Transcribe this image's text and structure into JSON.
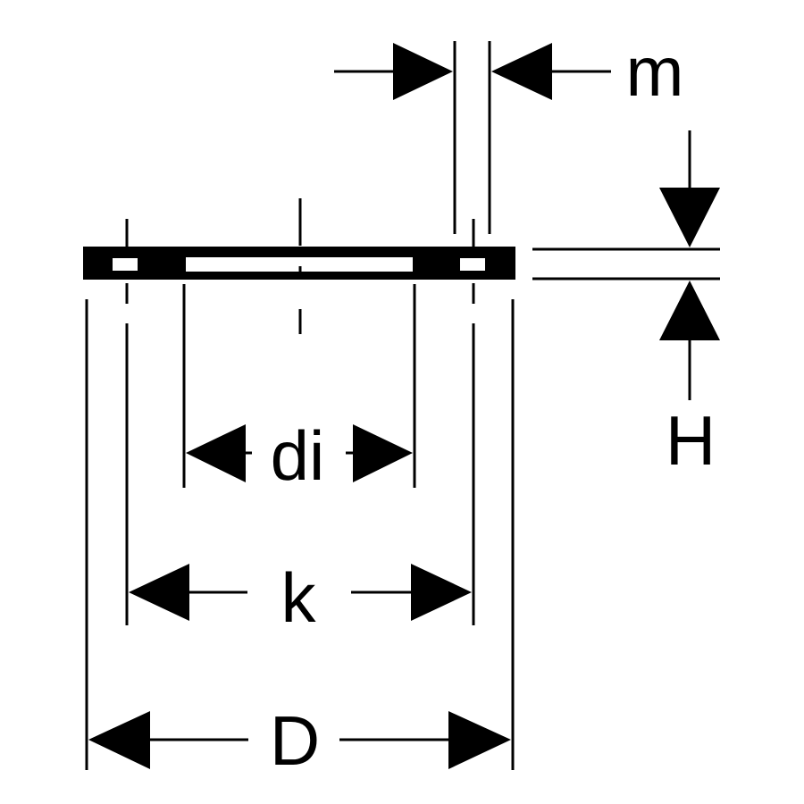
{
  "labels": {
    "m": "m",
    "h": "H",
    "di": "di",
    "k": "k",
    "d": "D"
  },
  "colors": {
    "stroke": "#000000",
    "background": "#ffffff"
  }
}
